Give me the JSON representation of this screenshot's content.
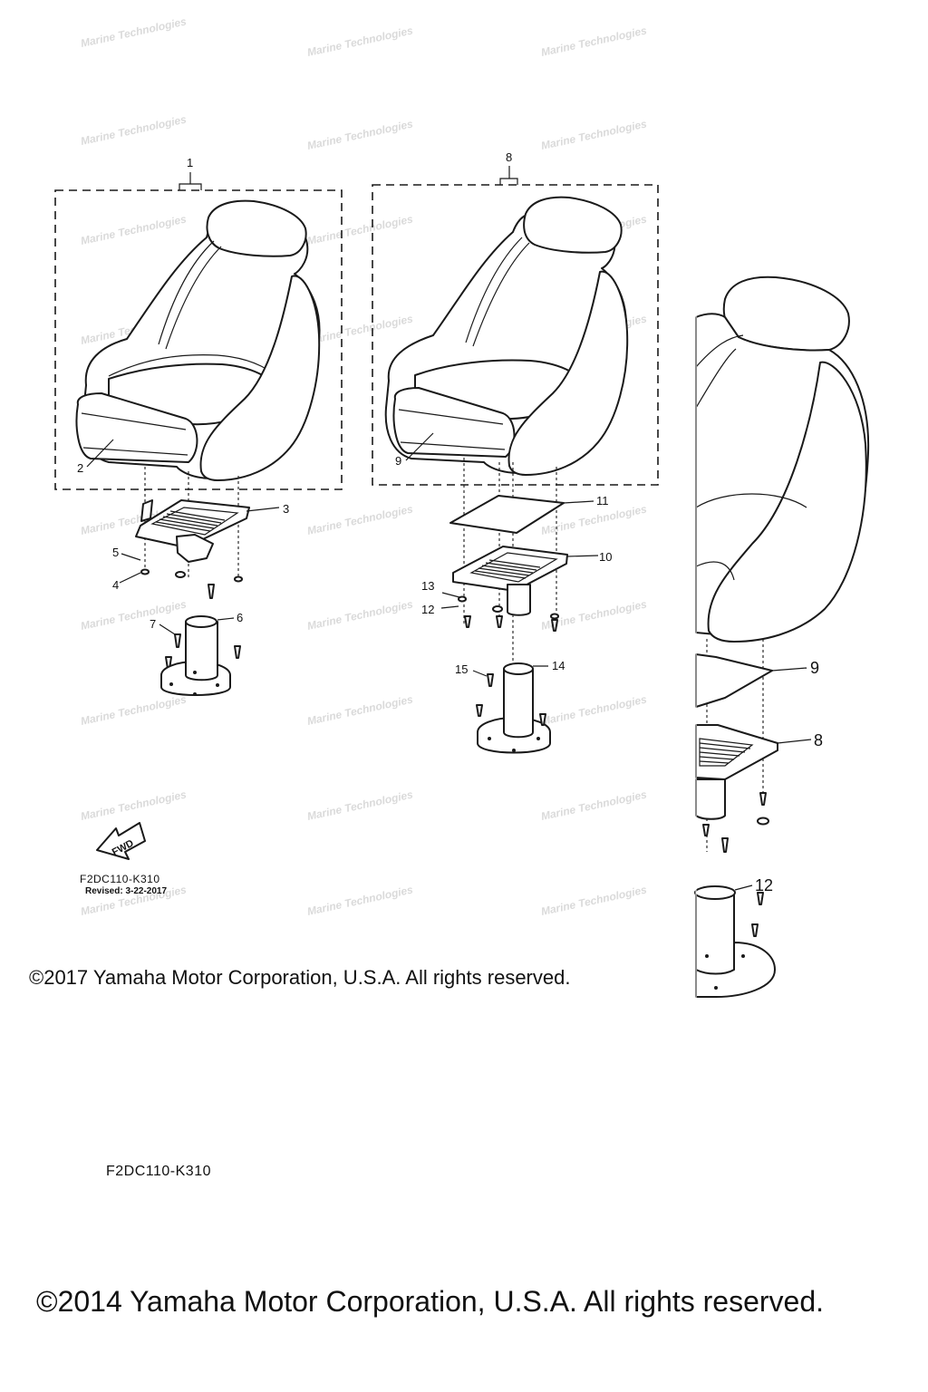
{
  "diagram": {
    "assembly_left": {
      "callouts": [
        "1",
        "2",
        "3",
        "4",
        "5",
        "6",
        "7"
      ]
    },
    "assembly_middle": {
      "callouts": [
        "8",
        "9",
        "10",
        "11",
        "12",
        "13",
        "14",
        "15"
      ]
    },
    "assembly_right_partial": {
      "callouts": [
        "8",
        "9",
        "12"
      ]
    },
    "fwd_arrow_label": "FWD",
    "watermark_text": "Marine Technologies"
  },
  "footer_inner": {
    "drawing_code": "F2DC110-K310",
    "revised": "Revised: 3-22-2017",
    "copyright": "©2017 Yamaha Motor Corporation, U.S.A. All rights reserved."
  },
  "footer_outer": {
    "drawing_code": "F2DC110-K310",
    "copyright": "©2014 Yamaha Motor Corporation, U.S.A. All rights reserved."
  }
}
